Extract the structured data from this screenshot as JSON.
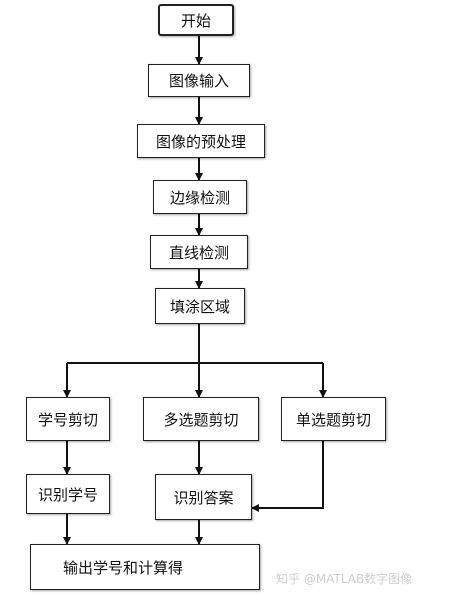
{
  "nodes": {
    "start": "开始",
    "image_input": "图像输入",
    "preprocess": "图像的预处理",
    "edge_detect": "边缘检测",
    "line_detect": "直线检测",
    "fill_region": "填涂区域",
    "id_crop": "学号剪切",
    "multi_crop": "多选题剪切",
    "single_crop": "单选题剪切",
    "recognize_id": "识别学号",
    "recognize_answer": "识别答案",
    "output": "输出学号和计算得"
  },
  "watermark": "知乎 @MATLAB数字图像"
}
